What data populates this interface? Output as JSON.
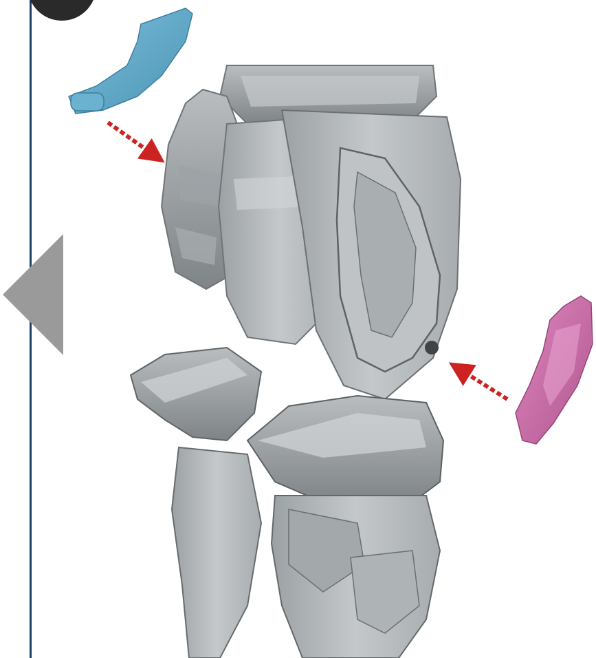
{
  "page": {
    "kind": "assembly-instruction-step"
  },
  "colors": {
    "background": "#ffffff",
    "rule_line": "#1c3f66",
    "step_badge": "#2a2a2a",
    "nav_arrow": "#9a9a9a",
    "part_gray": "#b8bcbe",
    "part_gray_dark": "#8c9194",
    "part_gray_light": "#d6d9da",
    "blue_part": "#5fa6c6",
    "pink_part": "#c96aaa",
    "guide_arrow": "#cc2222"
  },
  "icons": {
    "nav_previous": "triangle-left-icon",
    "step_badge": "circle-badge-icon",
    "guide_arrow": "dashed-arrow-icon"
  },
  "parts": {
    "left_attachment": {
      "name": "blue-armor-piece",
      "color": "blue"
    },
    "right_attachment": {
      "name": "pink-armor-piece",
      "color": "pink"
    }
  }
}
